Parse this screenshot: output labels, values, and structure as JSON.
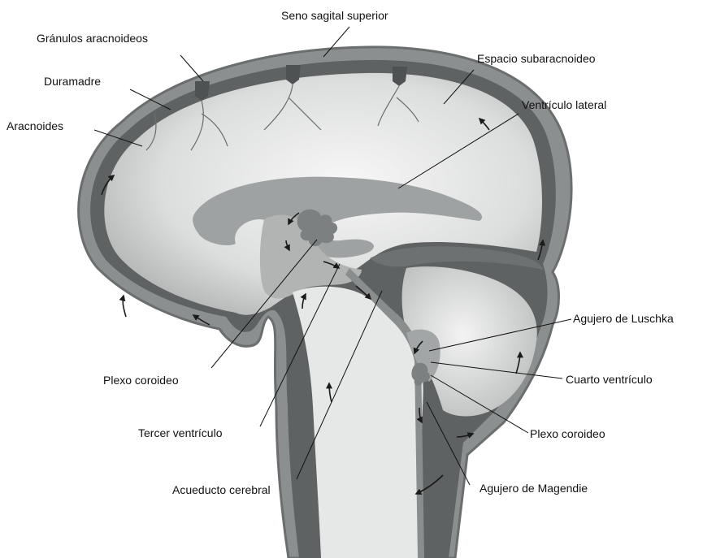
{
  "labels": {
    "seno_sagital": "Seno sagital superior",
    "granulos": "Gránulos aracnoideos",
    "duramadre": "Duramadre",
    "aracnoides": "Aracnoides",
    "espacio_sub": "Espacio subaracnoideo",
    "ventriculo_lat": "Ventrículo lateral",
    "luschka": "Agujero de Luschka",
    "cuarto": "Cuarto ventrículo",
    "plexo_inf": "Plexo coroideo",
    "magendie": "Agujero de Magendie",
    "plexo_sup": "Plexo coroideo",
    "tercer": "Tercer ventrículo",
    "acueducto": "Acueducto cerebral"
  },
  "colors": {
    "dura": "#8c8f8f",
    "dura_edge": "#6b6e6e",
    "space": "#5d6060",
    "brain_light": "#ececec",
    "brain_mid": "#c9cbcb",
    "ventricle": "#a7aaaa",
    "plexus": "#7d8080",
    "stem": "#e3e4e4"
  }
}
